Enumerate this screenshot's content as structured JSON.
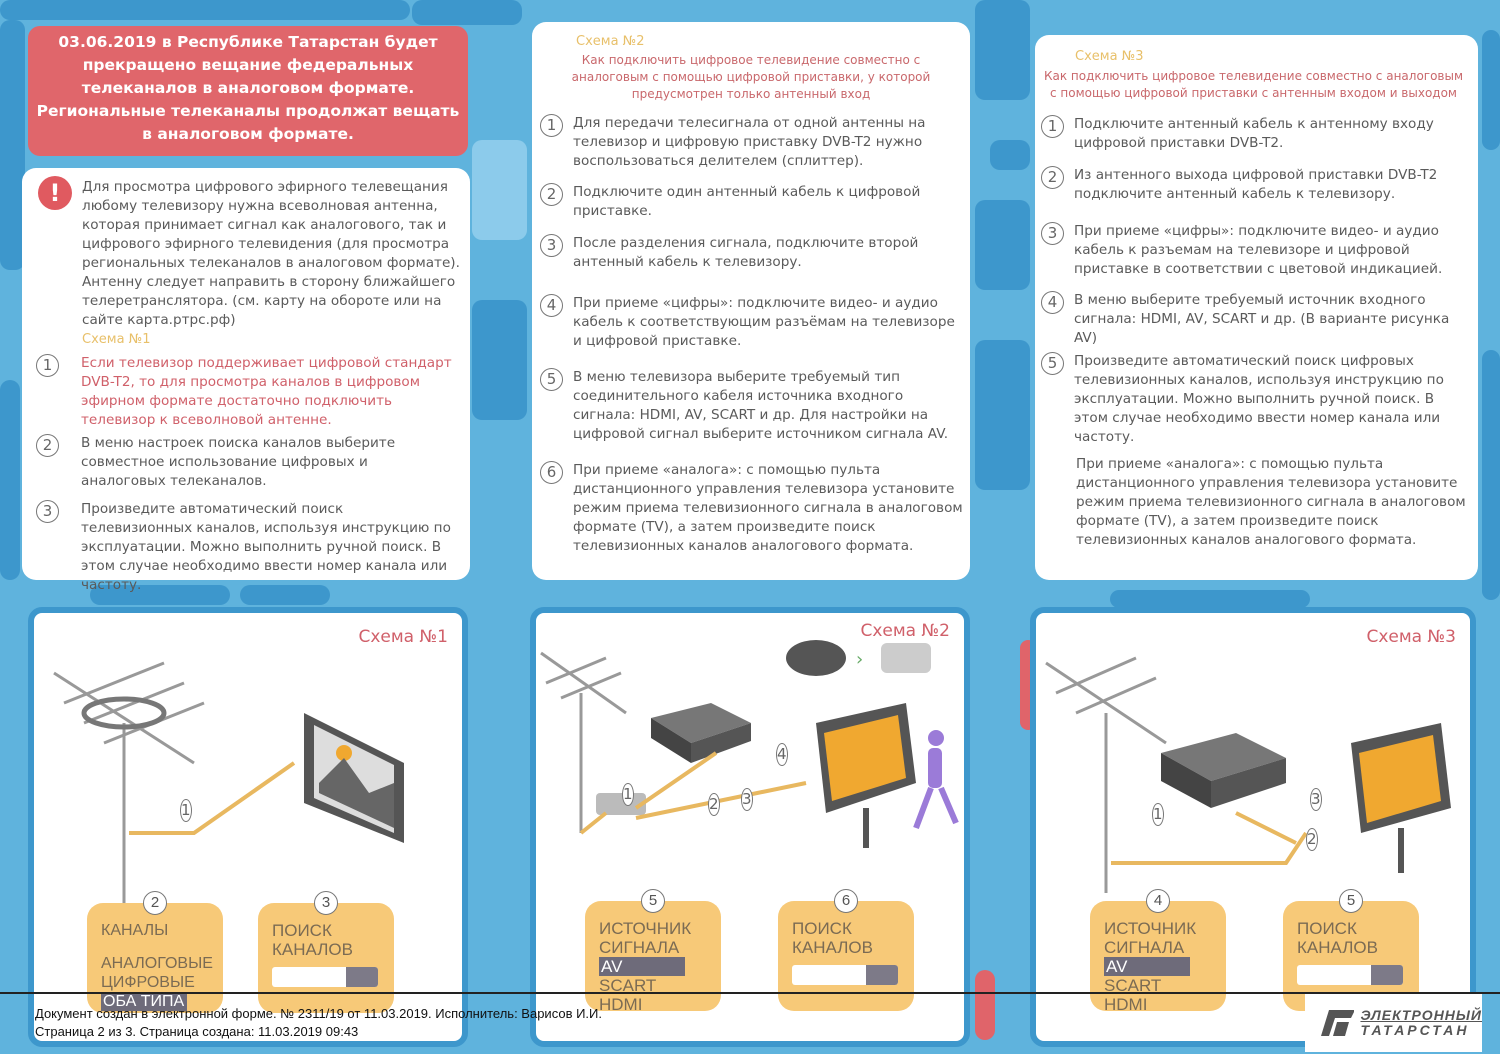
{
  "header_notice": "03.06.2019 в Республике Татарстан будет прекращено вещание федеральных телеканалов в аналоговом формате. Региональные телеканалы продолжат вещать в аналоговом формате.",
  "intro": "Для просмотра цифрового эфирного телевещания любому телевизору нужна всеволновая антенна, которая принимает сигнал как аналогового, так и цифрового эфирного телевидения (для просмотра региональных телеканалов в аналоговом формате). Антенну следует направить в сторону ближайшего телеретранслятора. (см. карту на обороте или на сайте карта.ртрс.рф)",
  "scheme1": {
    "label": "Схема №1",
    "steps": [
      {
        "n": "1",
        "text": "Если телевизор поддерживает цифровой стандарт DVB-T2, то для просмотра каналов в цифровом эфирном формате достаточно подключить телевизор к всеволновой антенне."
      },
      {
        "n": "2",
        "text": "В меню настроек поиска каналов выберите совместное использование цифровых и аналоговых телеканалов."
      },
      {
        "n": "3",
        "text": "Произведите автоматический поиск телевизионных каналов, используя инструкцию по эксплуатации. Можно выполнить ручной поиск. В этом случае необходимо ввести номер канала или частоту."
      }
    ]
  },
  "scheme2": {
    "label": "Схема №2",
    "subtitle": "Как подключить цифровое телевидение совместно с аналоговым с помощью цифровой приставки, у которой предусмотрен только антенный вход",
    "steps": [
      {
        "n": "1",
        "text": "Для передачи телесигнала от одной антенны на телевизор и цифровую приставку DVB-T2 нужно воспользоваться делителем (сплиттер)."
      },
      {
        "n": "2",
        "text": "Подключите один антенный кабель к цифровой приставке."
      },
      {
        "n": "3",
        "text": "После разделения сигнала, подключите второй антенный кабель к телевизору."
      },
      {
        "n": "4",
        "text": "При приеме «цифры»: подключите видео- и аудио кабель к соответствующим разъёмам на телевизоре и цифровой приставке."
      },
      {
        "n": "5",
        "text": "В меню телевизора выберите требуемый тип соединительного кабеля источника входного сигнала: HDMI, AV, SCART и др. Для настройки на цифровой сигнал выберите источником сигнала AV."
      },
      {
        "n": "6",
        "text": "При приеме «аналога»: с помощью пульта дистанционного управления телевизора установите режим приема телевизионного сигнала в аналоговом формате (TV), а затем произведите поиск телевизионных каналов аналогового формата."
      }
    ]
  },
  "scheme3": {
    "label": "Схема №3",
    "subtitle": "Как подключить цифровое телевидение совместно с аналоговым с помощью цифровой приставки с антенным входом и выходом",
    "steps": [
      {
        "n": "1",
        "text": "Подключите антенный кабель к антенному входу цифровой приставки DVB-T2."
      },
      {
        "n": "2",
        "text": "Из антенного выхода цифровой приставки DVB-T2 подключите антенный кабель к телевизору."
      },
      {
        "n": "3",
        "text": "При приеме «цифры»: подключите видео- и аудио кабель к разъемам на телевизоре и цифровой приставке в соответствии с цветовой индикацией."
      },
      {
        "n": "4",
        "text": "В меню выберите требуемый источник входного сигнала: HDMI, AV, SCART и др. (В варианте рисунка AV)"
      },
      {
        "n": "5",
        "text": "Произведите автоматический поиск цифровых телевизионных каналов, используя инструкцию по эксплуатации. Можно выполнить ручной поиск. В этом случае необходимо ввести номер канала или частоту."
      }
    ],
    "extra": "При приеме «аналога»: с помощью пульта дистанционного управления телевизора установите режим приема телевизионного сигнала в аналоговом формате (TV), а затем произведите поиск телевизионных каналов аналогового формата."
  },
  "diagrams": {
    "d1": {
      "title": "Схема №1",
      "callouts": [
        "1"
      ],
      "box_a": {
        "n": "2",
        "title": "КАНАЛЫ",
        "options": [
          "АНАЛОГОВЫЕ",
          "ЦИФРОВЫЕ",
          "ОБА ТИПА"
        ]
      },
      "box_b": {
        "n": "3",
        "title1": "ПОИСК",
        "title2": "КАНАЛОВ",
        "progress": 0.7
      }
    },
    "d2": {
      "title": "Схема №2",
      "callouts": [
        "1",
        "2",
        "3",
        "4"
      ],
      "box_a": {
        "n": "5",
        "title1": "ИСТОЧНИК",
        "title2": "СИГНАЛА",
        "options": [
          "AV",
          "SCART",
          "HDMI"
        ]
      },
      "box_b": {
        "n": "6",
        "title1": "ПОИСК",
        "title2": "КАНАЛОВ",
        "progress": 0.7
      }
    },
    "d3": {
      "title": "Схема №3",
      "callouts": [
        "1",
        "2",
        "3"
      ],
      "box_a": {
        "n": "4",
        "title1": "ИСТОЧНИК",
        "title2": "СИГНАЛА",
        "options": [
          "AV",
          "SCART",
          "HDMI"
        ]
      },
      "box_b": {
        "n": "5",
        "title1": "ПОИСК",
        "title2": "КАНАЛОВ",
        "progress": 0.7
      }
    }
  },
  "footer": {
    "line1": "Документ создан в электронной форме. № 2311/19 от 11.03.2019. Исполнитель: Варисов И.И.",
    "line2": "Страница 2 из 3. Страница создана: 11.03.2019 09:43",
    "logo1": "ЭЛЕКТРОННЫЙ",
    "logo2": "ТАТАРСТАН"
  },
  "colors": {
    "accent_red": "#e0666b",
    "blue": "#3d97cc",
    "yellow": "#f7c978"
  }
}
